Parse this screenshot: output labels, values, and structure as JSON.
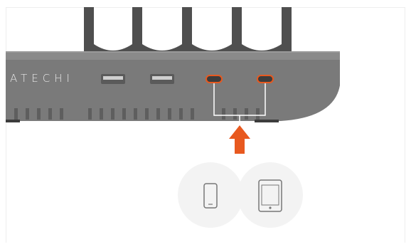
{
  "product": {
    "brand_text": "ATECHI"
  },
  "colors": {
    "hub_body": "#7a7a7a",
    "hub_top": "#858585",
    "hub_dark": "#575757",
    "accent_orange": "#e8591f",
    "device_circle": "#f3f3f3"
  },
  "ports": [
    {
      "type": "usb-a"
    },
    {
      "type": "usb-a"
    },
    {
      "type": "usb-c"
    },
    {
      "type": "usb-c"
    }
  ],
  "devices": [
    {
      "icon": "phone-icon"
    },
    {
      "icon": "tablet-icon"
    }
  ]
}
